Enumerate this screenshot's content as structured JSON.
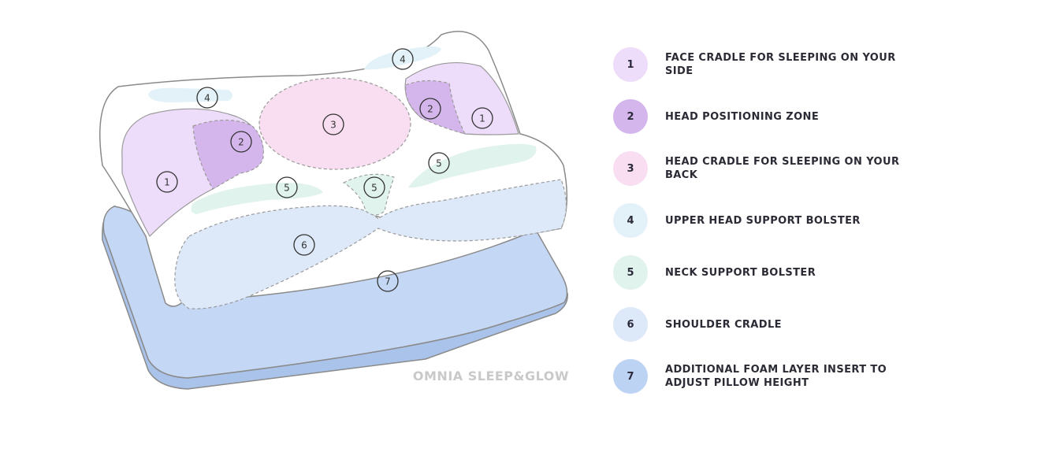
{
  "brand": "OMNIA SLEEP&GLOW",
  "colors": {
    "face_cradle": "#eddcfa",
    "head_positioning": "#d4b6ec",
    "head_cradle_back": "#f8def0",
    "upper_head_bolster": "#e2f2f8",
    "neck_bolster": "#e0f3ec",
    "shoulder_cradle": "#dde8f8",
    "foam_layer": "#bdd3f3",
    "outline": "#8a8a8a"
  },
  "markers": {
    "m1a": "1",
    "m1b": "1",
    "m2a": "2",
    "m2b": "2",
    "m3": "3",
    "m4a": "4",
    "m4b": "4",
    "m5a": "5",
    "m5b": "5",
    "m5c": "5",
    "m6": "6",
    "m7": "7"
  },
  "legend": [
    {
      "number": "1",
      "label": "FACE CRADLE FOR SLEEPING ON YOUR SIDE",
      "color": "#eddcfa"
    },
    {
      "number": "2",
      "label": "HEAD POSITIONING ZONE",
      "color": "#d4b6ec"
    },
    {
      "number": "3",
      "label": "HEAD CRADLE FOR SLEEPING ON YOUR BACK",
      "color": "#f8def0"
    },
    {
      "number": "4",
      "label": "UPPER HEAD SUPPORT BOLSTER",
      "color": "#e2f2f8"
    },
    {
      "number": "5",
      "label": "NECK SUPPORT BOLSTER",
      "color": "#e0f3ec"
    },
    {
      "number": "6",
      "label": "SHOULDER CRADLE",
      "color": "#dde8f8"
    },
    {
      "number": "7",
      "label": "ADDITIONAL FOAM LAYER INSERT TO ADJUST PILLOW HEIGHT",
      "color": "#bdd3f3"
    }
  ]
}
